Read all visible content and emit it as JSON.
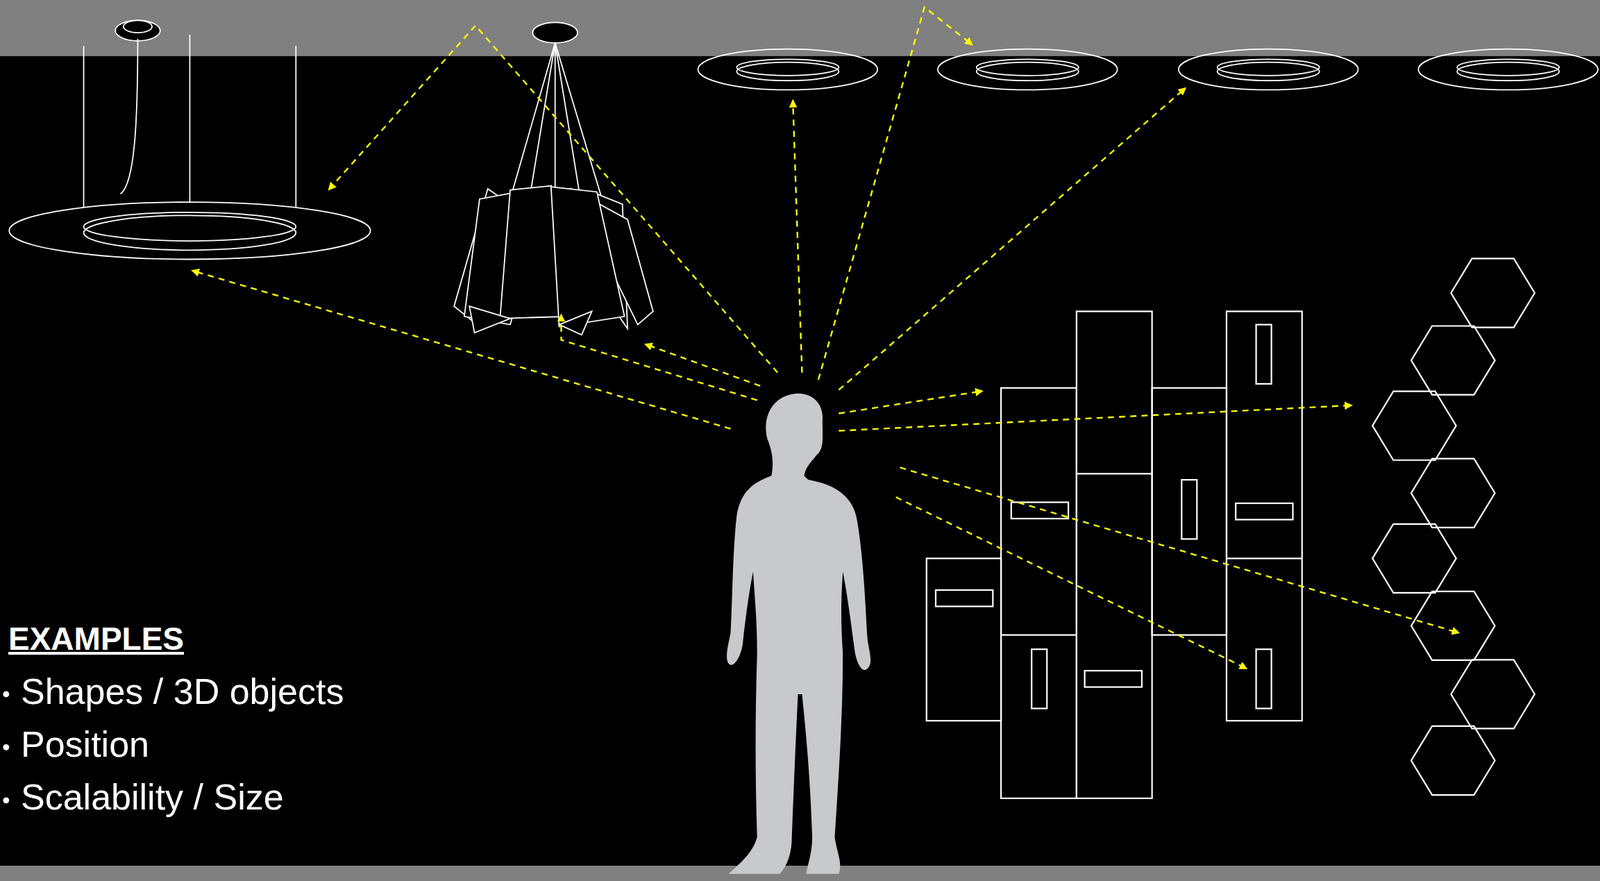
{
  "diagram": {
    "labels": [
      "EXAMPLES",
      "Shapes / 3D objects",
      "Position",
      "Scalability / Size"
    ]
  }
}
